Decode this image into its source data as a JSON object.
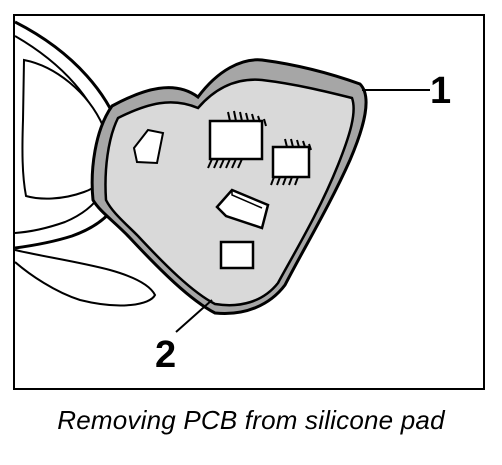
{
  "diagram": {
    "callouts": [
      {
        "number": "1"
      },
      {
        "number": "2"
      }
    ],
    "caption": "Removing PCB from silicone pad"
  },
  "colors": {
    "pcb_fill": "#d9d9d9",
    "silicone_pad_fill": "#a6a6a6",
    "outline": "#000000",
    "background": "#ffffff"
  }
}
